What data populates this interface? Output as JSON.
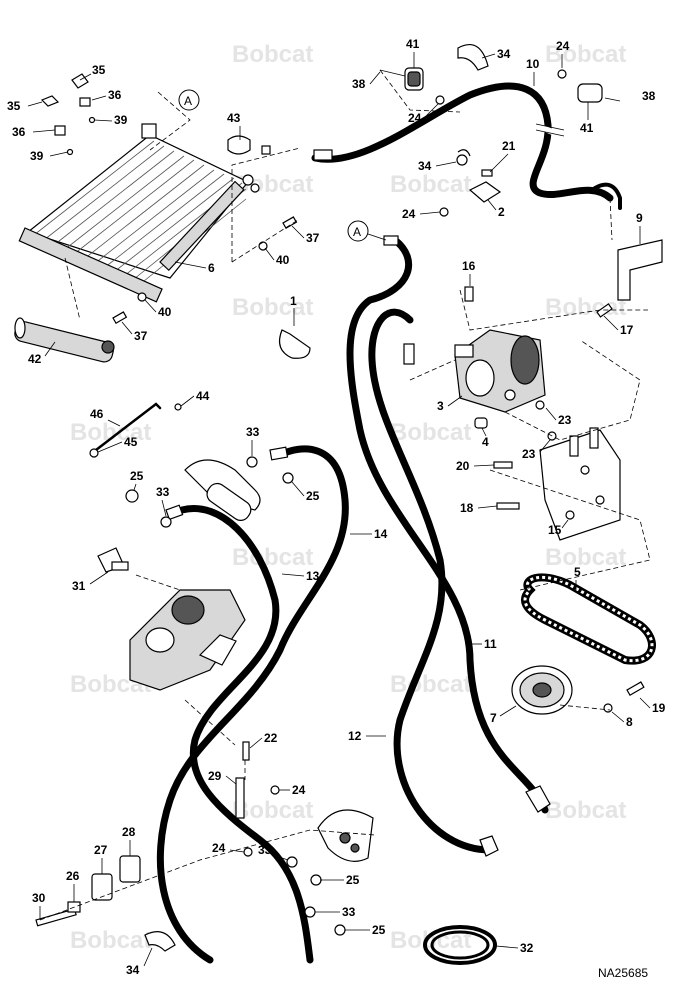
{
  "watermark": {
    "text": "Bobcat"
  },
  "figure_id": "NA25685",
  "reference_marker": "A",
  "callouts": [
    {
      "id": "c35a",
      "text": "35"
    },
    {
      "id": "c35b",
      "text": "35"
    },
    {
      "id": "c36a",
      "text": "36"
    },
    {
      "id": "c36b",
      "text": "36"
    },
    {
      "id": "c39a",
      "text": "39"
    },
    {
      "id": "c39b",
      "text": "39"
    },
    {
      "id": "c43",
      "text": "43"
    },
    {
      "id": "c6",
      "text": "6"
    },
    {
      "id": "c37a",
      "text": "37"
    },
    {
      "id": "c40a",
      "text": "40"
    },
    {
      "id": "c40b",
      "text": "40"
    },
    {
      "id": "c37b",
      "text": "37"
    },
    {
      "id": "c42",
      "text": "42"
    },
    {
      "id": "c1",
      "text": "1"
    },
    {
      "id": "c41a",
      "text": "41"
    },
    {
      "id": "c41b",
      "text": "41"
    },
    {
      "id": "c34a",
      "text": "34"
    },
    {
      "id": "c24a",
      "text": "24"
    },
    {
      "id": "c38a",
      "text": "38"
    },
    {
      "id": "c10",
      "text": "10"
    },
    {
      "id": "c38b",
      "text": "38"
    },
    {
      "id": "c24b",
      "text": "24"
    },
    {
      "id": "c21",
      "text": "21"
    },
    {
      "id": "c34b",
      "text": "34"
    },
    {
      "id": "c24c",
      "text": "24"
    },
    {
      "id": "c2",
      "text": "2"
    },
    {
      "id": "c9",
      "text": "9"
    },
    {
      "id": "c16",
      "text": "16"
    },
    {
      "id": "c17",
      "text": "17"
    },
    {
      "id": "c3",
      "text": "3"
    },
    {
      "id": "c23a",
      "text": "23"
    },
    {
      "id": "c23b",
      "text": "23"
    },
    {
      "id": "c4",
      "text": "4"
    },
    {
      "id": "c20",
      "text": "20"
    },
    {
      "id": "c18",
      "text": "18"
    },
    {
      "id": "c15",
      "text": "15"
    },
    {
      "id": "c44",
      "text": "44"
    },
    {
      "id": "c46",
      "text": "46"
    },
    {
      "id": "c45",
      "text": "45"
    },
    {
      "id": "c33a",
      "text": "33"
    },
    {
      "id": "c25a",
      "text": "25"
    },
    {
      "id": "c33b",
      "text": "33"
    },
    {
      "id": "c25b",
      "text": "25"
    },
    {
      "id": "c14",
      "text": "14"
    },
    {
      "id": "c31",
      "text": "31"
    },
    {
      "id": "c13",
      "text": "13"
    },
    {
      "id": "c5",
      "text": "5"
    },
    {
      "id": "c11",
      "text": "11"
    },
    {
      "id": "c7",
      "text": "7"
    },
    {
      "id": "c8",
      "text": "8"
    },
    {
      "id": "c19",
      "text": "19"
    },
    {
      "id": "c12",
      "text": "12"
    },
    {
      "id": "c22",
      "text": "22"
    },
    {
      "id": "c29",
      "text": "29"
    },
    {
      "id": "c24d",
      "text": "24"
    },
    {
      "id": "c24e",
      "text": "24"
    },
    {
      "id": "c33c",
      "text": "33"
    },
    {
      "id": "c25c",
      "text": "25"
    },
    {
      "id": "c28",
      "text": "28"
    },
    {
      "id": "c27",
      "text": "27"
    },
    {
      "id": "c26",
      "text": "26"
    },
    {
      "id": "c30",
      "text": "30"
    },
    {
      "id": "c33d",
      "text": "33"
    },
    {
      "id": "c25d",
      "text": "25"
    },
    {
      "id": "c32",
      "text": "32"
    },
    {
      "id": "c34c",
      "text": "34"
    }
  ]
}
